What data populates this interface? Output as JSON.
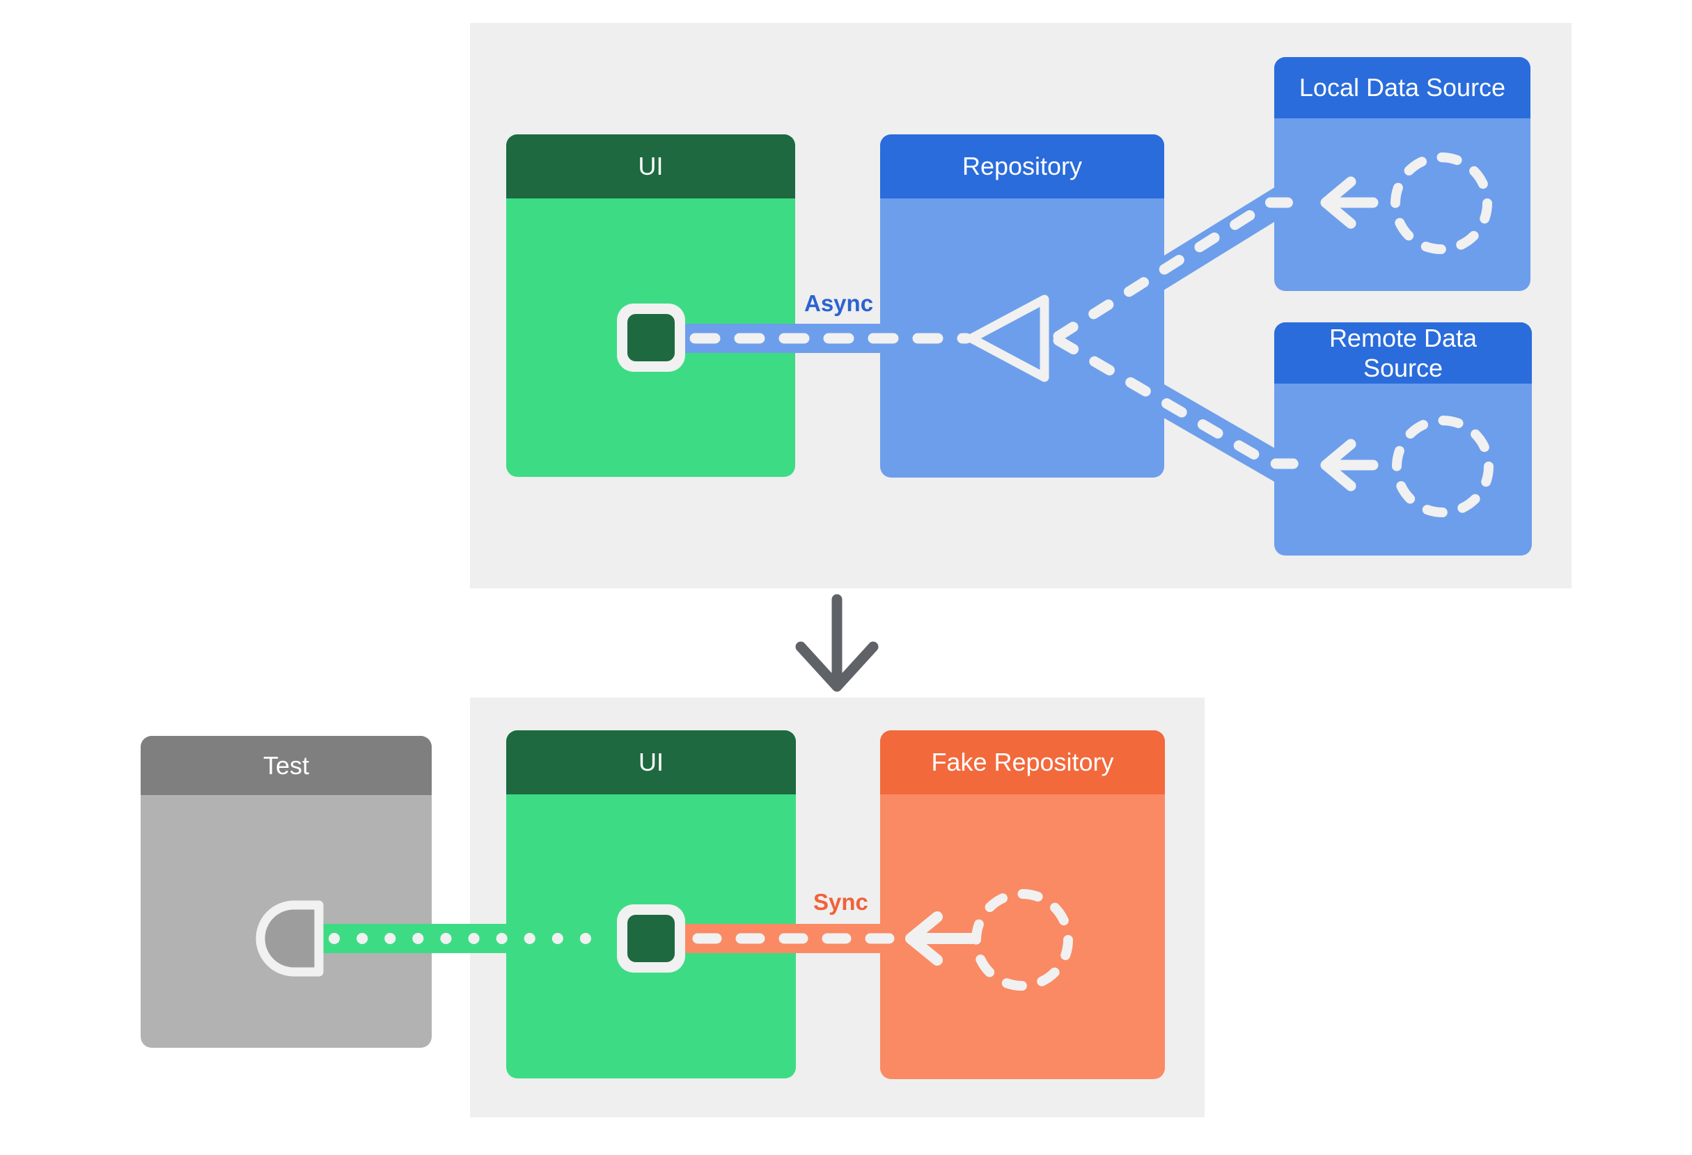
{
  "production": {
    "ui": {
      "title": "UI"
    },
    "repository": {
      "title": "Repository"
    },
    "local_data_source": {
      "title": "Local Data Source"
    },
    "remote_data_source": {
      "title": "Remote Data Source"
    },
    "flow_label": "Async"
  },
  "test_setup": {
    "test": {
      "title": "Test"
    },
    "ui": {
      "title": "UI"
    },
    "fake_repository": {
      "title": "Fake Repository"
    },
    "flow_label": "Sync"
  },
  "icons": {
    "ui_state_square": "ui-state-square-icon",
    "data_stream_circle": "dashed-circle-data-stream-icon",
    "collector_triangle": "triangle-collector-icon",
    "left_arrow": "arrow-left-icon",
    "test_socket": "socket-half-circle-icon",
    "transition_arrow": "arrow-down-icon"
  },
  "colors": {
    "panel_bg": "#efefef",
    "green_body": "#3ddc84",
    "green_header": "#1e6940",
    "blue_header": "#2a6cdb",
    "blue_body": "#6d9eeb",
    "orange_header": "#f2693c",
    "orange_body": "#fa8a64",
    "gray_header": "#7f7f7f",
    "gray_body": "#b2b2b2",
    "socket_fill": "#9d9d9d",
    "connector_white": "#f1f1f1",
    "async_label_color": "#2b63d1",
    "sync_label_color": "#f1613a",
    "transition_arrow_color": "#5f6368"
  }
}
